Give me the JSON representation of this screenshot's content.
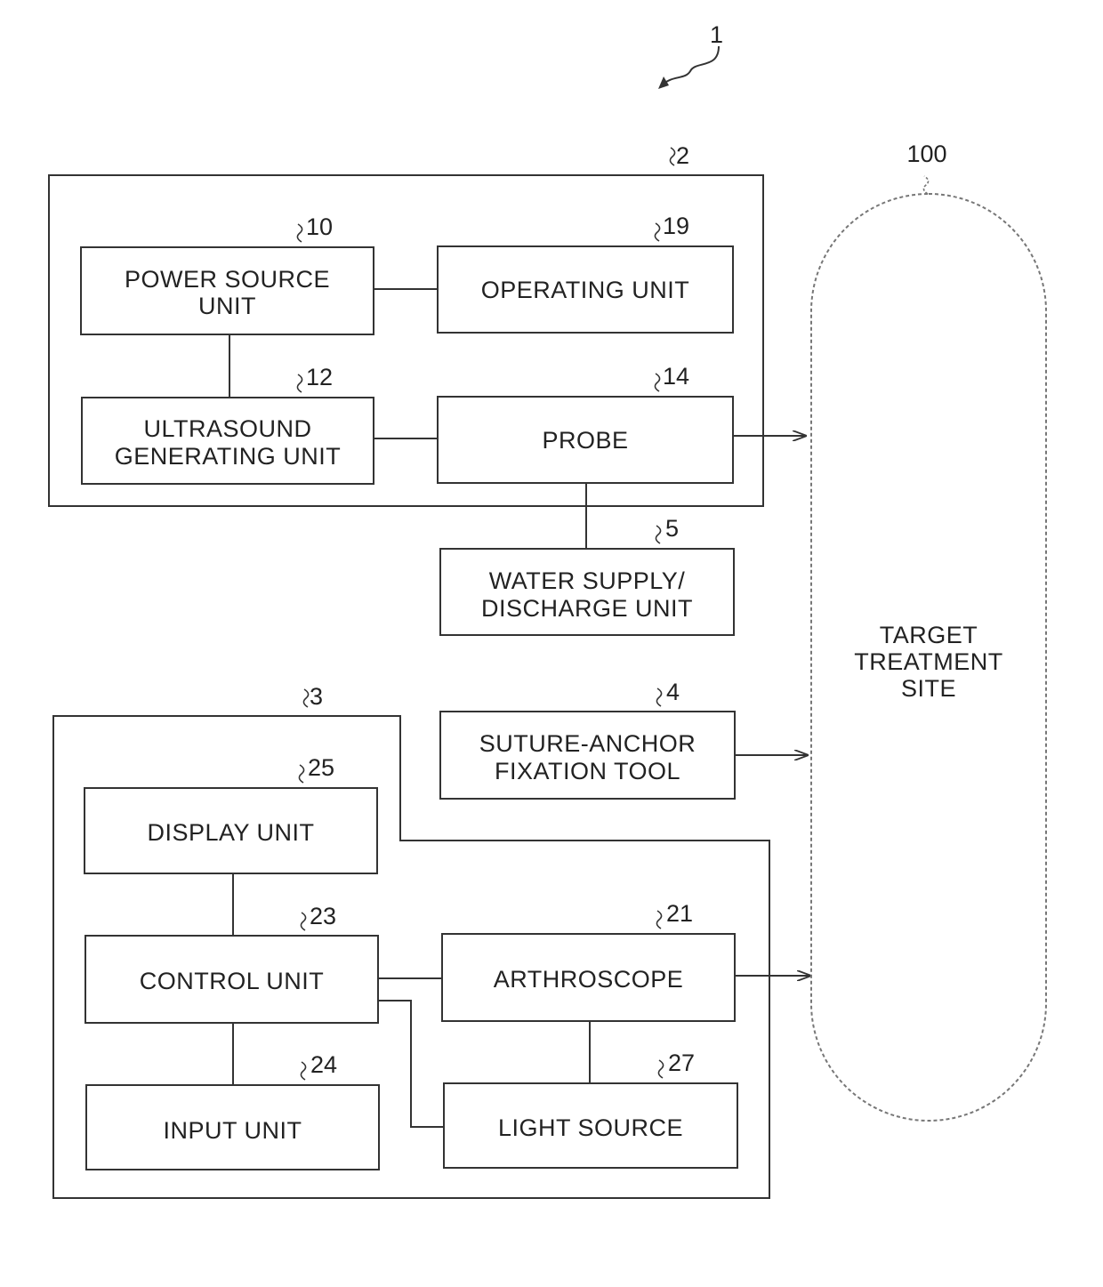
{
  "figure": {
    "ref": "1"
  },
  "groups": {
    "ultrasound_device": {
      "ref": "2"
    },
    "endoscope_device": {
      "ref": "3"
    }
  },
  "blocks": {
    "power_source_unit": {
      "ref": "10",
      "label": [
        "POWER SOURCE",
        "UNIT"
      ]
    },
    "operating_unit": {
      "ref": "19",
      "label": [
        "OPERATING UNIT"
      ]
    },
    "ultrasound_generating_unit": {
      "ref": "12",
      "label": [
        "ULTRASOUND",
        "GENERATING UNIT"
      ]
    },
    "probe": {
      "ref": "14",
      "label": [
        "PROBE"
      ]
    },
    "water_supply_discharge_unit": {
      "ref": "5",
      "label": [
        "WATER SUPPLY/",
        "DISCHARGE UNIT"
      ]
    },
    "suture_anchor_fixation_tool": {
      "ref": "4",
      "label": [
        "SUTURE-ANCHOR",
        "FIXATION TOOL"
      ]
    },
    "display_unit": {
      "ref": "25",
      "label": [
        "DISPLAY UNIT"
      ]
    },
    "control_unit": {
      "ref": "23",
      "label": [
        "CONTROL UNIT"
      ]
    },
    "arthroscope": {
      "ref": "21",
      "label": [
        "ARTHROSCOPE"
      ]
    },
    "input_unit": {
      "ref": "24",
      "label": [
        "INPUT UNIT"
      ]
    },
    "light_source": {
      "ref": "27",
      "label": [
        "LIGHT SOURCE"
      ]
    }
  },
  "target": {
    "ref": "100",
    "label": [
      "TARGET",
      "TREATMENT",
      "SITE"
    ]
  },
  "colors": {
    "stroke": "#333333",
    "text": "#222222",
    "dashed": "#777777"
  }
}
